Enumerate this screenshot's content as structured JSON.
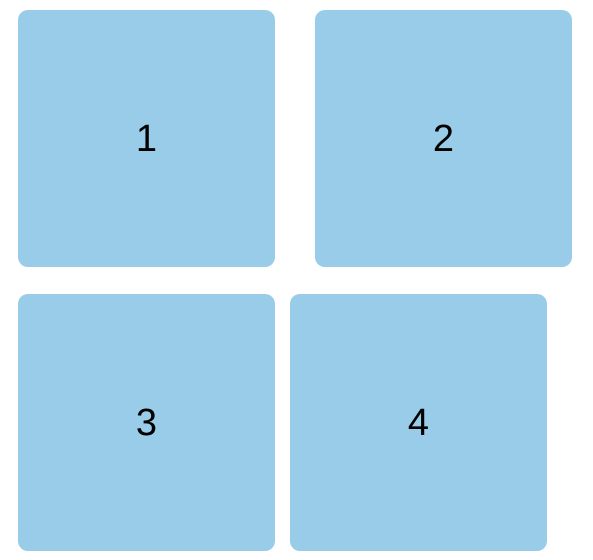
{
  "colors": {
    "background": "#ffffff",
    "tile_fill": "#98cce8",
    "tile_text": "#000000"
  },
  "tiles": [
    {
      "label": "1"
    },
    {
      "label": "2"
    },
    {
      "label": "3"
    },
    {
      "label": "4"
    }
  ]
}
